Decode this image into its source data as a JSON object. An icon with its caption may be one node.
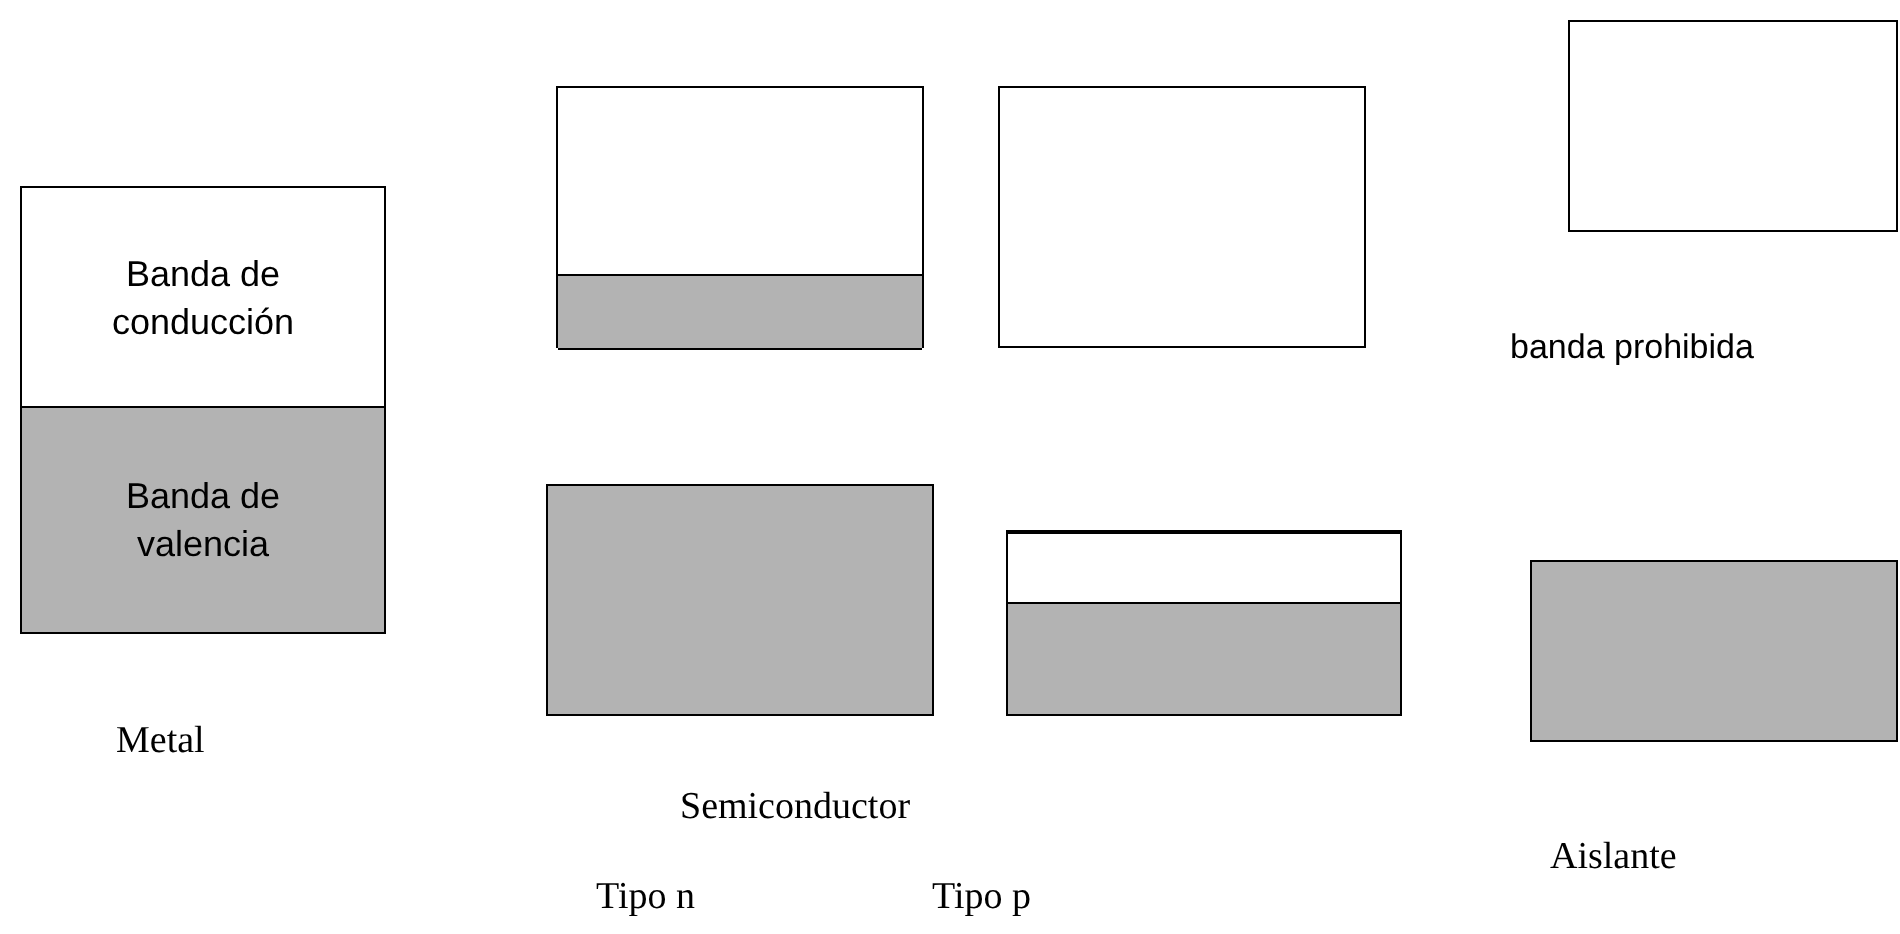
{
  "diagram": {
    "nodes": [
      {
        "text": [
          "Banda de conducción"
        ]
      },
      {
        "text": [
          "Banda de valencia"
        ]
      },
      {
        "text": [],
        "shape": "box"
      },
      {
        "text": [],
        "shape": "bar",
        "in": 2
      },
      {
        "text": [],
        "shape": "box"
      },
      {
        "text": [],
        "shape": "box"
      },
      {
        "text": [],
        "shape": "box"
      },
      {
        "text": [],
        "shape": "box"
      },
      {
        "text": [],
        "shape": "bar",
        "in": 7
      },
      {
        "text": [],
        "shape": "box"
      }
    ],
    "edges": [],
    "labels": [
      "banda prohibida",
      "Metal",
      "Semiconductor",
      "Aislante",
      "Tipo n",
      "Tipo p"
    ]
  }
}
